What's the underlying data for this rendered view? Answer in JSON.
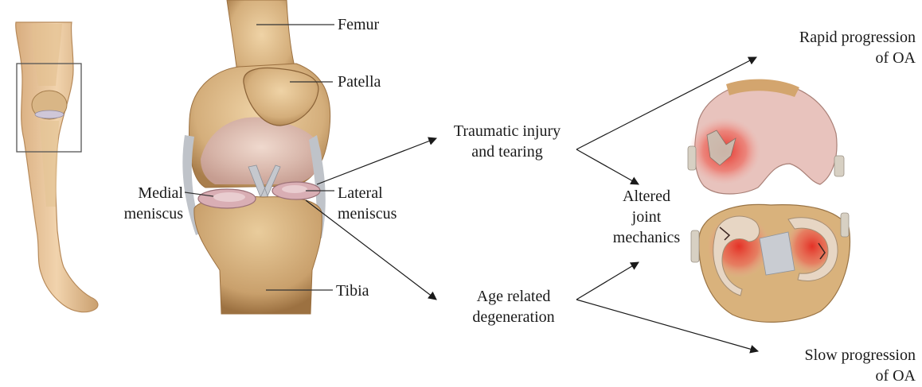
{
  "anatomy_labels": {
    "femur": "Femur",
    "patella": "Patella",
    "medial_meniscus": [
      "Medial",
      "meniscus"
    ],
    "lateral_meniscus": [
      "Lateral",
      "meniscus"
    ],
    "tibia": "Tibia"
  },
  "flow": {
    "traumatic": [
      "Traumatic injury",
      "and tearing"
    ],
    "age_related": [
      "Age related",
      "degeneration"
    ],
    "altered_mechanics": [
      "Altered",
      "joint",
      "mechanics"
    ],
    "rapid": [
      "Rapid progression",
      "of OA"
    ],
    "slow": [
      "Slow progression",
      "of OA"
    ]
  },
  "colors": {
    "bone": "#d9b98a",
    "bone_shadow": "#b98f5c",
    "cartilage": "#e8c7c0",
    "meniscus": "#d6a9b0",
    "ligament": "#c9cbd0",
    "damage_red": "#e0302a",
    "skin": "#eccaa0",
    "line": "#333333"
  }
}
